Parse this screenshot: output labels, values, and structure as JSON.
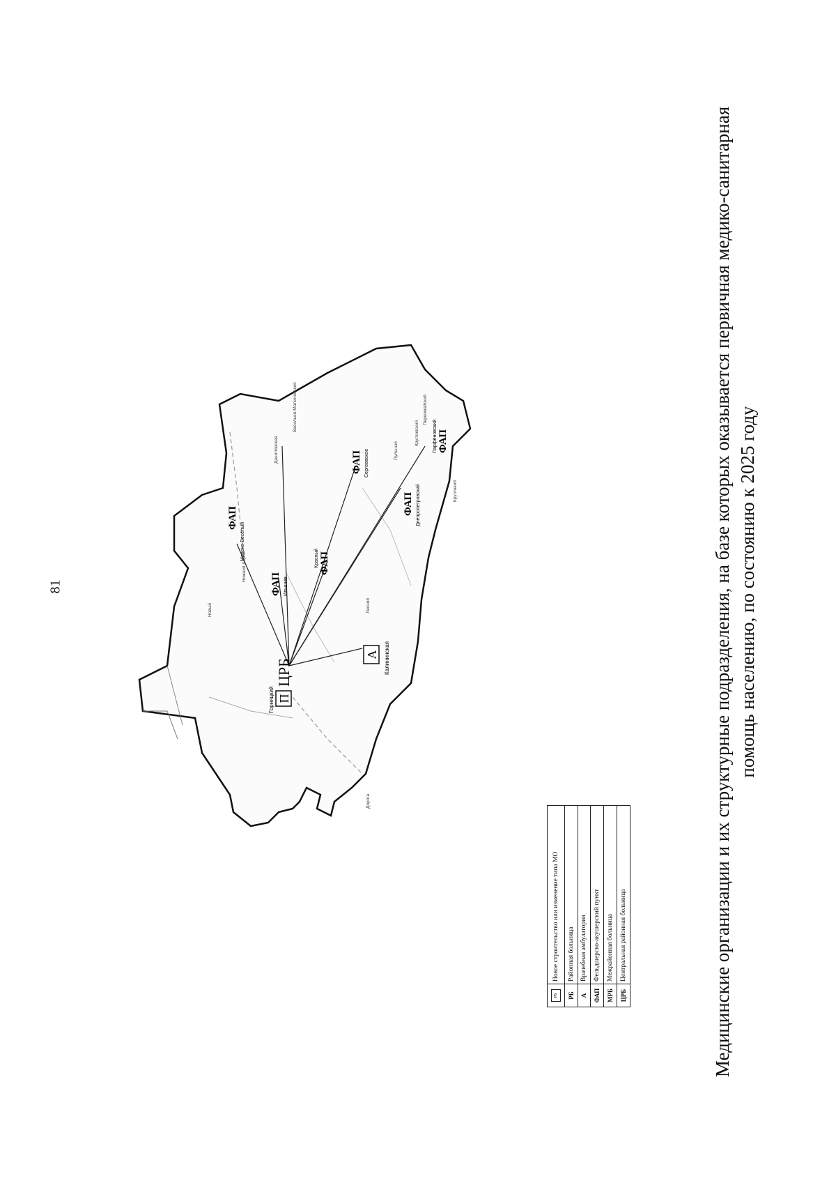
{
  "page_number": "81",
  "caption": {
    "line1": "Медицинские организации и их структурные подразделения, на базе которых оказывается первичная медико-санитарная",
    "line2": "помощь населению, по состоянию к 2025 году"
  },
  "map": {
    "center": {
      "code": "ЦРБ",
      "box_code": "П",
      "place": "Горняцкий"
    },
    "ambulatory": {
      "code": "А",
      "place": "Калининская"
    },
    "faps": [
      {
        "code": "ФАП",
        "place": "Молоко-Весёлый"
      },
      {
        "code": "ФАП",
        "place": "Ильичёв"
      },
      {
        "code": "ФАП",
        "place": "Красный"
      },
      {
        "code": "ФАП",
        "place": "Сергеевское"
      },
      {
        "code": "ФАП",
        "place": "Днепропетровский"
      },
      {
        "code": "ФАП",
        "place": "Парфёновский"
      }
    ],
    "settlements": [
      "Новый",
      "Нижний Абров",
      "Даниловская",
      "Васильев-Малиновский",
      "Лесной",
      "Пульный",
      "Кругловский",
      "Кругловий",
      "Первомайский",
      "Дорога"
    ]
  },
  "legend": {
    "header_symbol": "РБ",
    "header_text": "Новое строительство или изменение типа МО",
    "rows": [
      {
        "code": "РБ",
        "text": "Районная больница"
      },
      {
        "code": "А",
        "text": "Врачебная амбулатория"
      },
      {
        "code": "ФАП",
        "text": "Фельдшерско-акушерский пункт"
      },
      {
        "code": "МРБ",
        "text": "Межрайонная больница"
      },
      {
        "code": "ЦРБ",
        "text": "Центральная районная больница"
      }
    ]
  }
}
